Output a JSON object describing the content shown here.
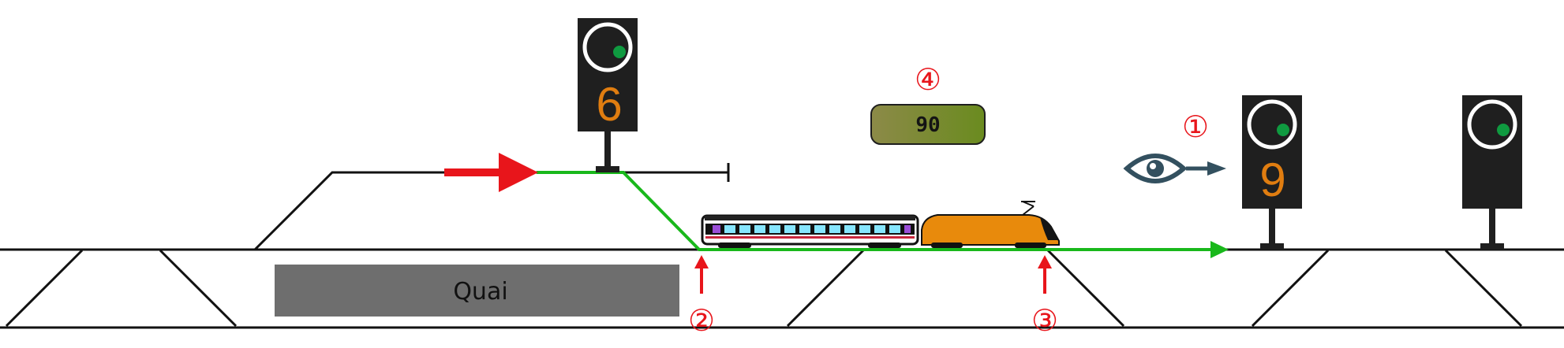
{
  "platform": {
    "label": "Quai"
  },
  "signals": [
    {
      "id": "signal-a",
      "aspect": "green",
      "speed_indicator": "6"
    },
    {
      "id": "signal-b",
      "aspect": "green",
      "speed_indicator": "9"
    },
    {
      "id": "signal-c",
      "aspect": "green",
      "speed_indicator": ""
    }
  ],
  "speed_display": {
    "value": "90"
  },
  "markers": {
    "m1": "①",
    "m2": "②",
    "m3": "③",
    "m4": "④"
  },
  "colors": {
    "track": "#111111",
    "route": "#19b81b",
    "entry_arrow": "#e8151b",
    "marker": "#e8151b",
    "signal_head": "#1f1f1f",
    "signal_lamp": "#0f9a40",
    "signal_number": "#e07d10",
    "platform": "#6e6e6e",
    "locomotive": "#e88a0c",
    "eye": "#33505f"
  }
}
